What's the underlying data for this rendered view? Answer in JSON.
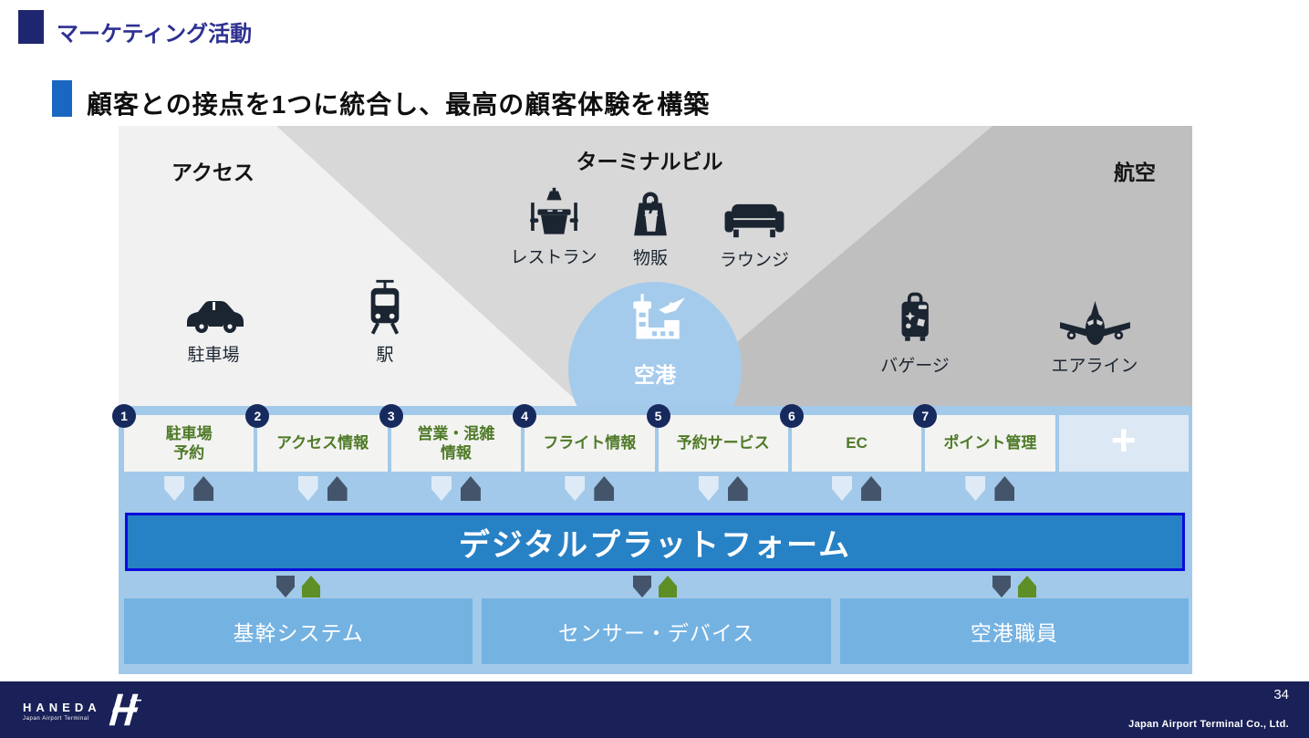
{
  "header": {
    "label": "マーケティング活動"
  },
  "title": {
    "text": "顧客との接点を1つに統合し、最高の顧客体験を構築"
  },
  "diagram": {
    "zones": [
      {
        "id": "access",
        "label": "アクセス"
      },
      {
        "id": "terminal",
        "label": "ターミナルビル"
      },
      {
        "id": "aviation",
        "label": "航空"
      }
    ],
    "touchpoints": [
      {
        "id": "restaurant",
        "label": "レストラン",
        "icon": "restaurant-icon"
      },
      {
        "id": "retail",
        "label": "物販",
        "icon": "shopping-bag-icon"
      },
      {
        "id": "lounge",
        "label": "ラウンジ",
        "icon": "sofa-icon"
      },
      {
        "id": "parking",
        "label": "駐車場",
        "icon": "car-icon"
      },
      {
        "id": "station",
        "label": "駅",
        "icon": "train-icon"
      },
      {
        "id": "baggage",
        "label": "バゲージ",
        "icon": "suitcase-icon"
      },
      {
        "id": "airline",
        "label": "エアライン",
        "icon": "airplane-icon"
      }
    ],
    "hub": {
      "label": "空港",
      "icon": "airport-icon"
    },
    "services": [
      {
        "number": "1",
        "label": "駐車場\n予約"
      },
      {
        "number": "2",
        "label": "アクセス情報"
      },
      {
        "number": "3",
        "label": "営業・混雑\n情報"
      },
      {
        "number": "4",
        "label": "フライト情報"
      },
      {
        "number": "5",
        "label": "予約サービス"
      },
      {
        "number": "6",
        "label": "EC"
      },
      {
        "number": "7",
        "label": "ポイント管理"
      }
    ],
    "add_tile": {
      "label": "+"
    },
    "platform": {
      "label": "デジタルプラットフォーム"
    },
    "foundations": [
      {
        "label": "基幹システム"
      },
      {
        "label": "センサー・デバイス"
      },
      {
        "label": "空港職員"
      }
    ]
  },
  "footer": {
    "brand": "HANEDA",
    "brand_sub": "Japan Airport Terminal",
    "page_number": "34",
    "company": "Japan Airport Terminal Co., Ltd."
  },
  "colors": {
    "accent_navy": "#1F2670",
    "header_text_blue": "#2E3192",
    "title_bar_blue": "#1A67C2",
    "zone_light_gray": "#F1F1F1",
    "zone_mid_gray": "#D8D8D8",
    "zone_dark_gray": "#BFBFBF",
    "band_blue": "#A2C9E9",
    "hub_blue": "#A5CBEC",
    "service_green": "#4F7A28",
    "badge_navy": "#172A5E",
    "platform_blue": "#2781C5",
    "platform_border": "#0B0BDE",
    "arrow_pale": "#DEEBF7",
    "arrow_slate": "#44546A",
    "arrow_olive": "#5E8E26",
    "foundation_blue": "#74B2E2",
    "footer_navy": "#1A2158"
  }
}
